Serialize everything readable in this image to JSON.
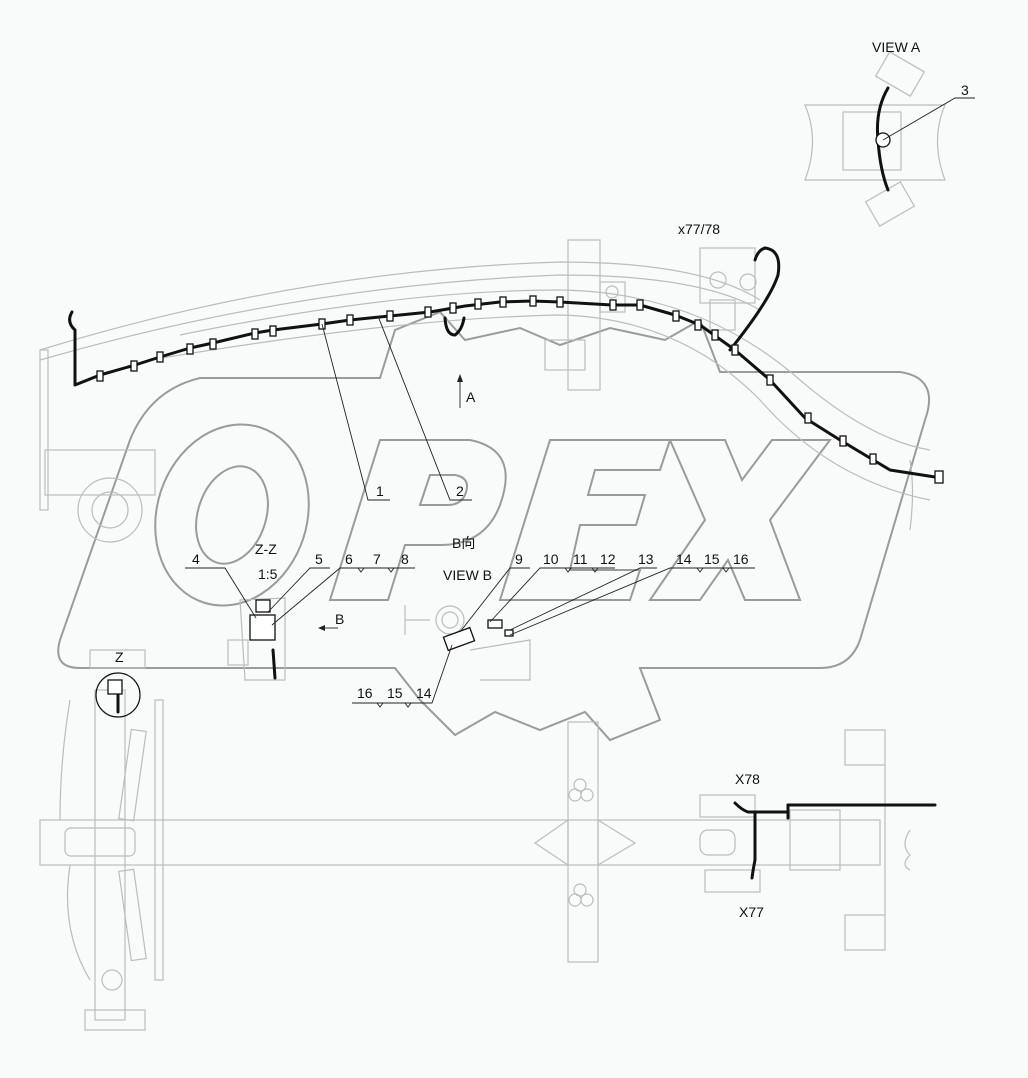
{
  "diagram": {
    "type": "parts-assembly-diagram",
    "subject": "wiring harness routing on vehicle frame",
    "watermark": "OPEX",
    "colors": {
      "background": "#f8fbfa",
      "harness": "#111111",
      "frame_lines": "#b9bdbb",
      "watermark_outline": "#9a9c9b",
      "text": "#111111"
    }
  },
  "views": {
    "view_a": {
      "title": "VIEW A",
      "callouts": [
        "3"
      ]
    },
    "view_b": {
      "title_cn": "B向",
      "title": "VIEW B"
    },
    "section_zz": {
      "title": "Z-Z",
      "scale": "1:5"
    },
    "detail_z": {
      "title": "Z"
    },
    "arrow_a": {
      "label": "A"
    },
    "arrow_b": {
      "label": "B"
    }
  },
  "connectors": {
    "x77_78": "x77/78",
    "x78": "X78",
    "x77": "X77"
  },
  "callouts": {
    "c1": "1",
    "c2": "2",
    "c3": "3",
    "c4": "4",
    "c5": "5",
    "c6": "6",
    "c7": "7",
    "c8": "8",
    "c9": "9",
    "c10": "10",
    "c11": "11",
    "c12": "12",
    "c13": "13",
    "c14a": "14",
    "c15a": "15",
    "c16a": "16",
    "c16b": "16",
    "c15b": "15",
    "c14b": "14"
  }
}
